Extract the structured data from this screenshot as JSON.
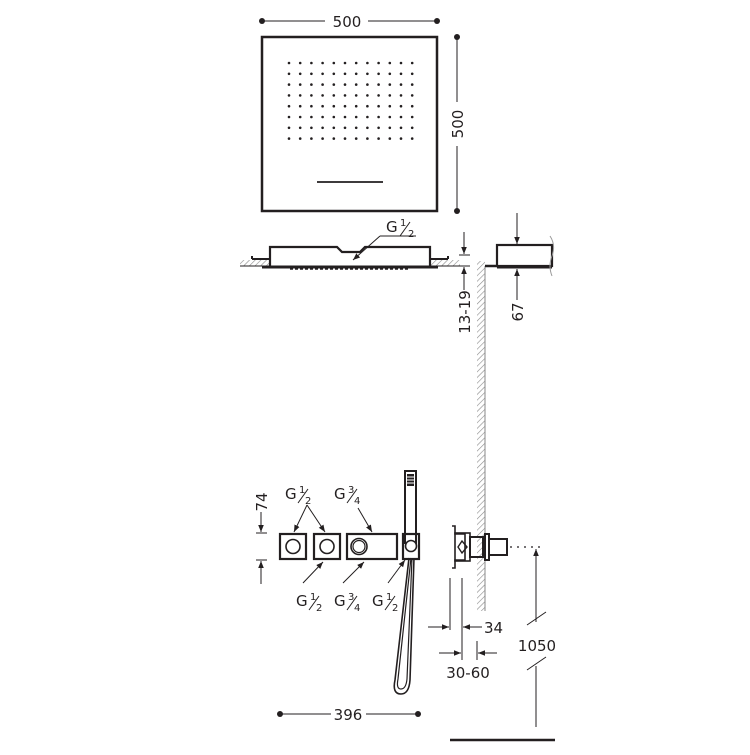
{
  "drawing": {
    "colors": {
      "ink": "#231f20",
      "hatch": "#8a8a8a",
      "background": "#ffffff"
    },
    "top_view": {
      "width_label": "500",
      "height_label": "500",
      "nozzle_grid": {
        "columns": 12,
        "rows": 8
      }
    },
    "side_profile": {
      "inlet_label": {
        "g": "G",
        "num": "1",
        "den": "2"
      }
    },
    "wall_detail": {
      "ceiling_gap_label": "13-19",
      "depth_label": "67"
    },
    "valves": {
      "height_label": "74",
      "top_labels": [
        {
          "g": "G",
          "num": "1",
          "den": "2"
        },
        {
          "g": "G",
          "num": "3",
          "den": "4"
        }
      ],
      "bottom_labels": [
        {
          "g": "G",
          "num": "1",
          "den": "2"
        },
        {
          "g": "G",
          "num": "3",
          "den": "4"
        },
        {
          "g": "G",
          "num": "1",
          "den": "2"
        }
      ],
      "width_label": "396"
    },
    "install": {
      "plate_label": "34",
      "embed_label": "30-60",
      "floor_height_label": "1050"
    }
  }
}
